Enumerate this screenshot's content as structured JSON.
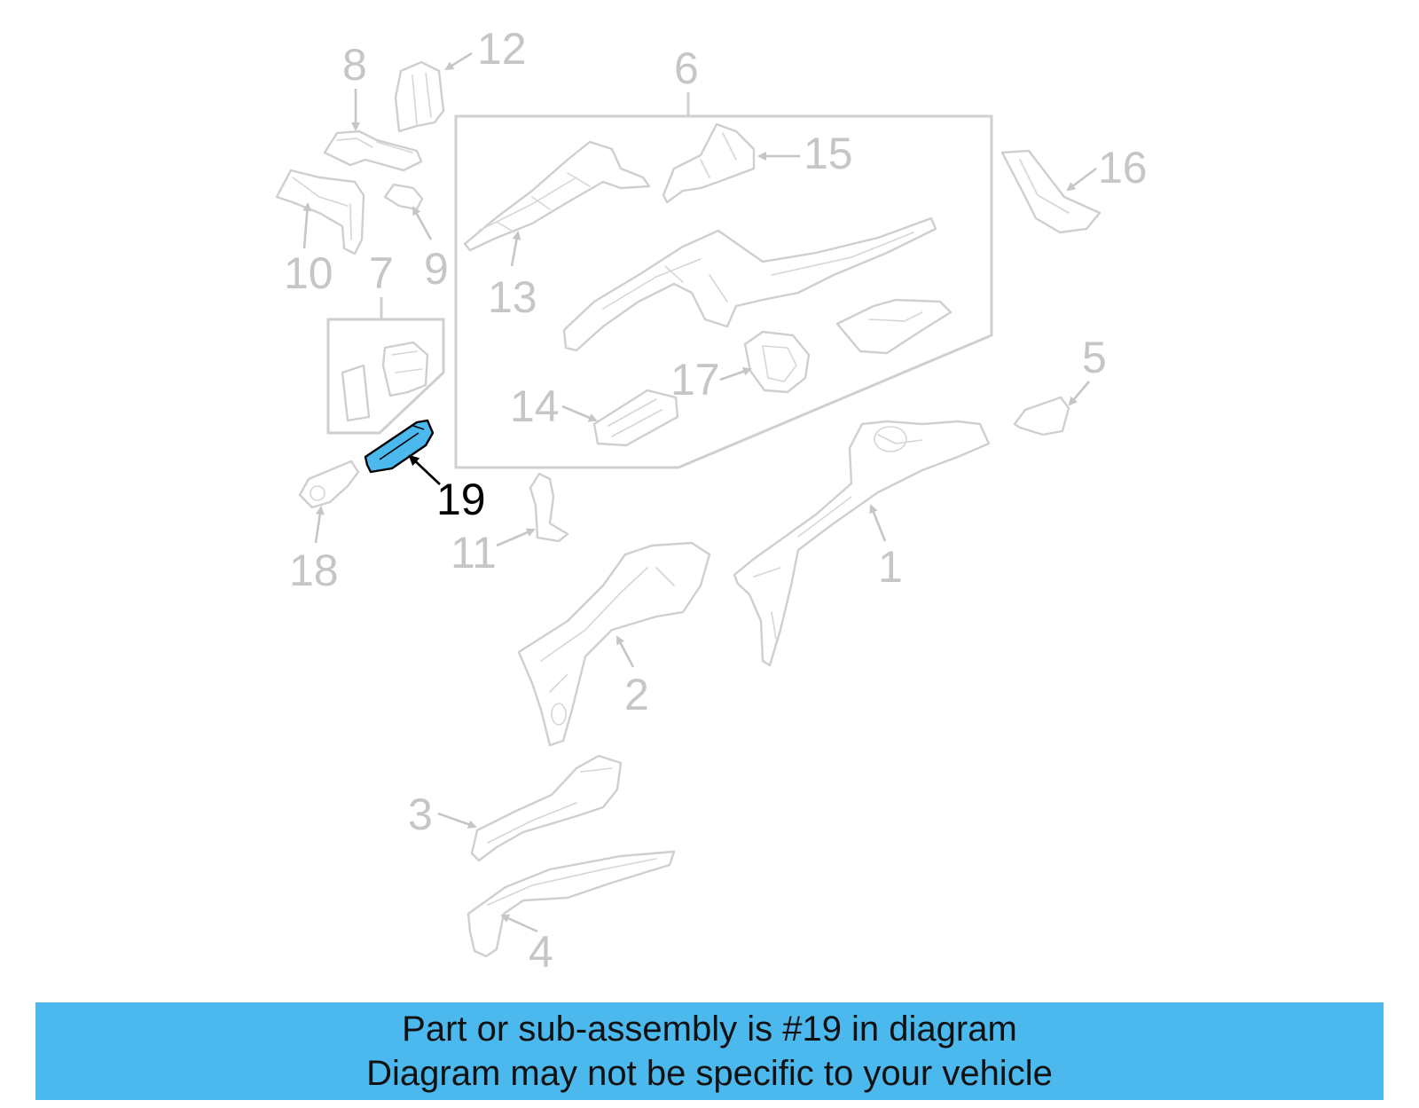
{
  "diagram": {
    "highlight_part": "19",
    "highlight_color": "#4bb8ee",
    "callouts": {
      "c1": "1",
      "c2": "2",
      "c3": "3",
      "c4": "4",
      "c5": "5",
      "c6": "6",
      "c7": "7",
      "c8": "8",
      "c9": "9",
      "c10": "10",
      "c11": "11",
      "c12": "12",
      "c13": "13",
      "c14": "14",
      "c15": "15",
      "c16": "16",
      "c17": "17",
      "c18": "18",
      "c19": "19"
    }
  },
  "banner": {
    "line1": "Part or sub-assembly is #19 in diagram",
    "line2": "Diagram may not be specific to your vehicle",
    "background": "#4bb8ee"
  }
}
